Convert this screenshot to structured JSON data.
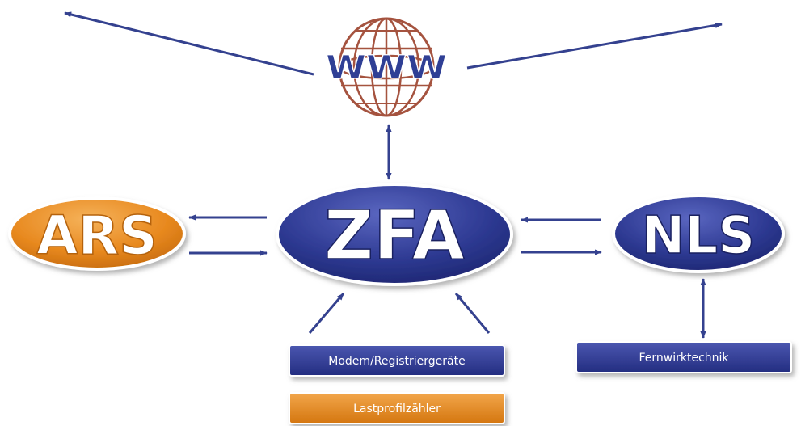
{
  "nodes": {
    "www": {
      "label": "WWW"
    },
    "zfa": {
      "label": "ZFA",
      "color": "#2e3a93"
    },
    "ars": {
      "label": "ARS",
      "color": "#e8891f"
    },
    "nls": {
      "label": "NLS",
      "color": "#2e3a93"
    }
  },
  "boxes": {
    "modem": {
      "label": "Modem/Registriergeräte",
      "color": "#2e3a93"
    },
    "lastprofil": {
      "label": "Lastprofilzähler",
      "color": "#e8891f"
    },
    "fernwirk": {
      "label": "Fernwirktechnik",
      "color": "#2e3a93"
    }
  },
  "colors": {
    "arrow": "#34418f",
    "globe": "#a5533f"
  }
}
